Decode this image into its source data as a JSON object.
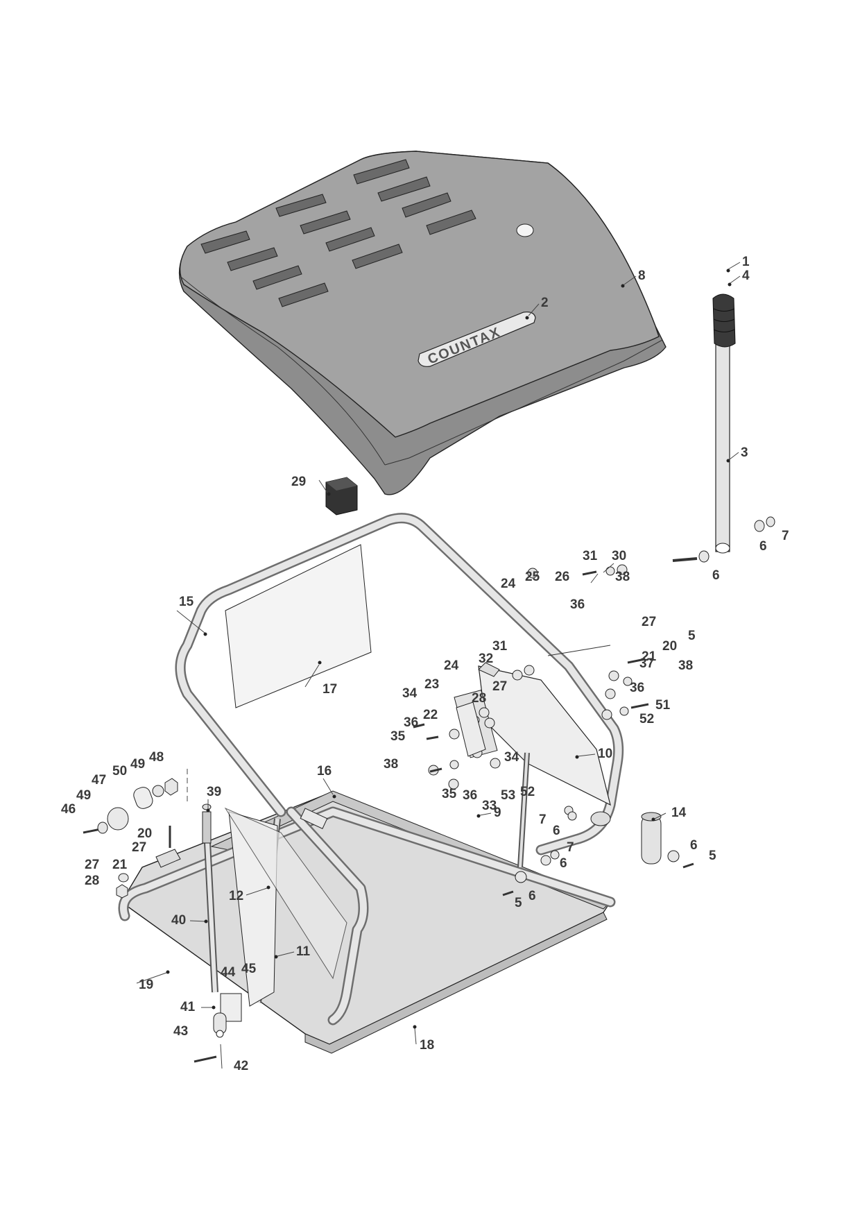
{
  "logo_text": "COUNTAX",
  "callouts": [
    {
      "id": "c1",
      "label": "1"
    },
    {
      "id": "c2",
      "label": "2"
    },
    {
      "id": "c3",
      "label": "3"
    },
    {
      "id": "c4",
      "label": "4"
    },
    {
      "id": "c5a",
      "label": "5"
    },
    {
      "id": "c5b",
      "label": "5"
    },
    {
      "id": "c5c",
      "label": "5"
    },
    {
      "id": "c6a",
      "label": "6"
    },
    {
      "id": "c6b",
      "label": "6"
    },
    {
      "id": "c6c",
      "label": "6"
    },
    {
      "id": "c6d",
      "label": "6"
    },
    {
      "id": "c6e",
      "label": "6"
    },
    {
      "id": "c6f",
      "label": "6"
    },
    {
      "id": "c7a",
      "label": "7"
    },
    {
      "id": "c7b",
      "label": "7"
    },
    {
      "id": "c7c",
      "label": "7"
    },
    {
      "id": "c8",
      "label": "8"
    },
    {
      "id": "c9",
      "label": "9"
    },
    {
      "id": "c10",
      "label": "10"
    },
    {
      "id": "c11",
      "label": "11"
    },
    {
      "id": "c12",
      "label": "12"
    },
    {
      "id": "c14",
      "label": "14"
    },
    {
      "id": "c15",
      "label": "15"
    },
    {
      "id": "c16",
      "label": "16"
    },
    {
      "id": "c17",
      "label": "17"
    },
    {
      "id": "c18",
      "label": "18"
    },
    {
      "id": "c19",
      "label": "19"
    },
    {
      "id": "c20a",
      "label": "20"
    },
    {
      "id": "c20b",
      "label": "20"
    },
    {
      "id": "c21a",
      "label": "21"
    },
    {
      "id": "c21b",
      "label": "21"
    },
    {
      "id": "c22",
      "label": "22"
    },
    {
      "id": "c23",
      "label": "23"
    },
    {
      "id": "c24a",
      "label": "24"
    },
    {
      "id": "c24b",
      "label": "24"
    },
    {
      "id": "c25",
      "label": "25"
    },
    {
      "id": "c26",
      "label": "26"
    },
    {
      "id": "c27a",
      "label": "27"
    },
    {
      "id": "c27b",
      "label": "27"
    },
    {
      "id": "c27c",
      "label": "27"
    },
    {
      "id": "c27d",
      "label": "27"
    },
    {
      "id": "c28a",
      "label": "28"
    },
    {
      "id": "c28b",
      "label": "28"
    },
    {
      "id": "c29",
      "label": "29"
    },
    {
      "id": "c30",
      "label": "30"
    },
    {
      "id": "c31a",
      "label": "31"
    },
    {
      "id": "c31b",
      "label": "31"
    },
    {
      "id": "c32",
      "label": "32"
    },
    {
      "id": "c33",
      "label": "33"
    },
    {
      "id": "c34a",
      "label": "34"
    },
    {
      "id": "c34b",
      "label": "34"
    },
    {
      "id": "c35a",
      "label": "35"
    },
    {
      "id": "c35b",
      "label": "35"
    },
    {
      "id": "c36a",
      "label": "36"
    },
    {
      "id": "c36b",
      "label": "36"
    },
    {
      "id": "c36c",
      "label": "36"
    },
    {
      "id": "c36d",
      "label": "36"
    },
    {
      "id": "c37",
      "label": "37"
    },
    {
      "id": "c38a",
      "label": "38"
    },
    {
      "id": "c38b",
      "label": "38"
    },
    {
      "id": "c38c",
      "label": "38"
    },
    {
      "id": "c39",
      "label": "39"
    },
    {
      "id": "c40",
      "label": "40"
    },
    {
      "id": "c41",
      "label": "41"
    },
    {
      "id": "c42",
      "label": "42"
    },
    {
      "id": "c43",
      "label": "43"
    },
    {
      "id": "c44",
      "label": "44"
    },
    {
      "id": "c45",
      "label": "45"
    },
    {
      "id": "c46",
      "label": "46"
    },
    {
      "id": "c47",
      "label": "47"
    },
    {
      "id": "c48",
      "label": "48"
    },
    {
      "id": "c49a",
      "label": "49"
    },
    {
      "id": "c49b",
      "label": "49"
    },
    {
      "id": "c50",
      "label": "50"
    },
    {
      "id": "c51",
      "label": "51"
    },
    {
      "id": "c52a",
      "label": "52"
    },
    {
      "id": "c52b",
      "label": "52"
    },
    {
      "id": "c53",
      "label": "53"
    }
  ],
  "colors": {
    "hood": "#8f8f8f",
    "hood_top": "#a2a2a2",
    "vent": "#5a5a5a",
    "floor_plate": "#dcdcdc",
    "tube": "#6e6e6e",
    "grip": "#3a3a3a"
  }
}
